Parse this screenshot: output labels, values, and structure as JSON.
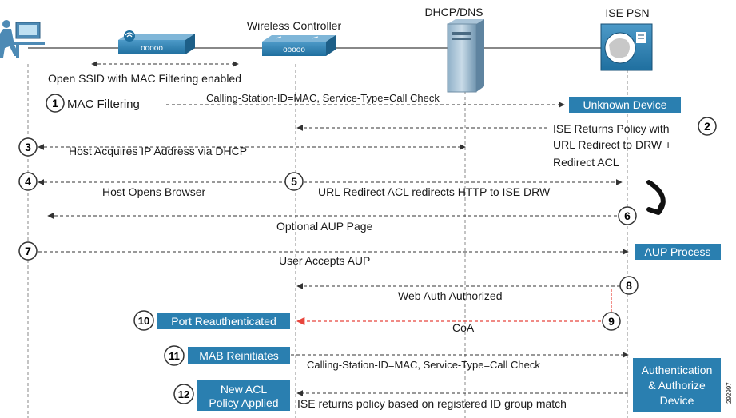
{
  "nodes": {
    "wireless_controller": "Wireless Controller",
    "dhcp_dns": "DHCP/DNS",
    "ise_psn": "ISE PSN"
  },
  "annotations": {
    "open_ssid": "Open SSID with MAC Filtering enabled"
  },
  "steps": {
    "s1": {
      "num": "1",
      "label": "MAC Filtering"
    },
    "s2": {
      "num": "2"
    },
    "s3": {
      "num": "3"
    },
    "s4": {
      "num": "4"
    },
    "s5": {
      "num": "5"
    },
    "s6": {
      "num": "6"
    },
    "s7": {
      "num": "7"
    },
    "s8": {
      "num": "8"
    },
    "s9": {
      "num": "9"
    },
    "s10": {
      "num": "10"
    },
    "s11": {
      "num": "11"
    },
    "s12": {
      "num": "12"
    }
  },
  "messages": {
    "m1": "Calling-Station-ID=MAC, Service-Type=Call Check",
    "m2_line1": "ISE Returns Policy with",
    "m2_line2": "URL Redirect to DRW +",
    "m2_line3": "Redirect ACL",
    "m3": "Host Acquires IP Address via DHCP",
    "m4": "Host Opens Browser",
    "m5": "URL Redirect ACL redirects HTTP to ISE DRW",
    "m6": "Optional AUP Page",
    "m7": "User Accepts AUP",
    "m8": "Web Auth Authorized",
    "m9": "CoA",
    "m11": "Calling-Station-ID=MAC, Service-Type=Call Check",
    "m12": "ISE returns policy based on registered ID group match"
  },
  "boxes": {
    "unknown_device": "Unknown Device",
    "aup_process": "AUP Process",
    "port_reauth": "Port Reauthenticated",
    "mab_reinit": "MAB Reinitiates",
    "new_acl_line1": "New ACL",
    "new_acl_line2": "Policy Applied",
    "auth_line1": "Authentication",
    "auth_line2": "& Authorize",
    "auth_line3": "Device"
  },
  "figure_id": "292997",
  "colors": {
    "box_fill": "#2a7fb0",
    "coa_arrow": "#e8453c",
    "line": "#333333"
  }
}
